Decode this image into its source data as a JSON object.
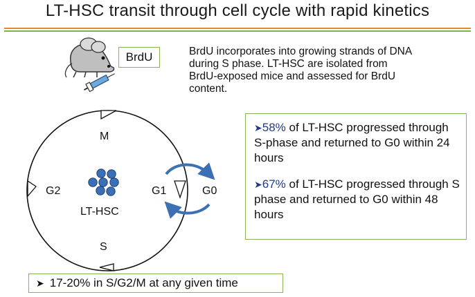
{
  "title": "LT-HSC transit through cell cycle with rapid kinetics",
  "brdu_label": "BrdU",
  "description": "BrdU incorporates into growing strands of DNA during S phase. LT-HSC are isolated from BrdU-exposed mice and assessed for BrdU content.",
  "cycle": {
    "phase_m": "M",
    "phase_g2": "G2",
    "phase_g1": "G1",
    "phase_s": "S",
    "phase_g0": "G0",
    "cell_label": "LT-HSC"
  },
  "results": [
    {
      "pct": "58%",
      "text": " of LT-HSC progressed through S-phase and returned to G0 within 24 hours"
    },
    {
      "pct": "67%",
      "text": " of LT-HSC progressed through S phase and returned to G0 within 48 hours"
    }
  ],
  "summary": "17-20% in S/G2/M at any given time",
  "colors": {
    "accent_orange": "#e58a2a",
    "accent_green": "#7fb049",
    "box_border": "#86b556",
    "cell_fill": "#3b6fb6",
    "cell_stroke": "#1f3f73",
    "highlight_text": "#1e3a8a",
    "g0_arrow": "#3d6fb5"
  },
  "icons": [
    "mouse-icon",
    "syringe-icon"
  ]
}
